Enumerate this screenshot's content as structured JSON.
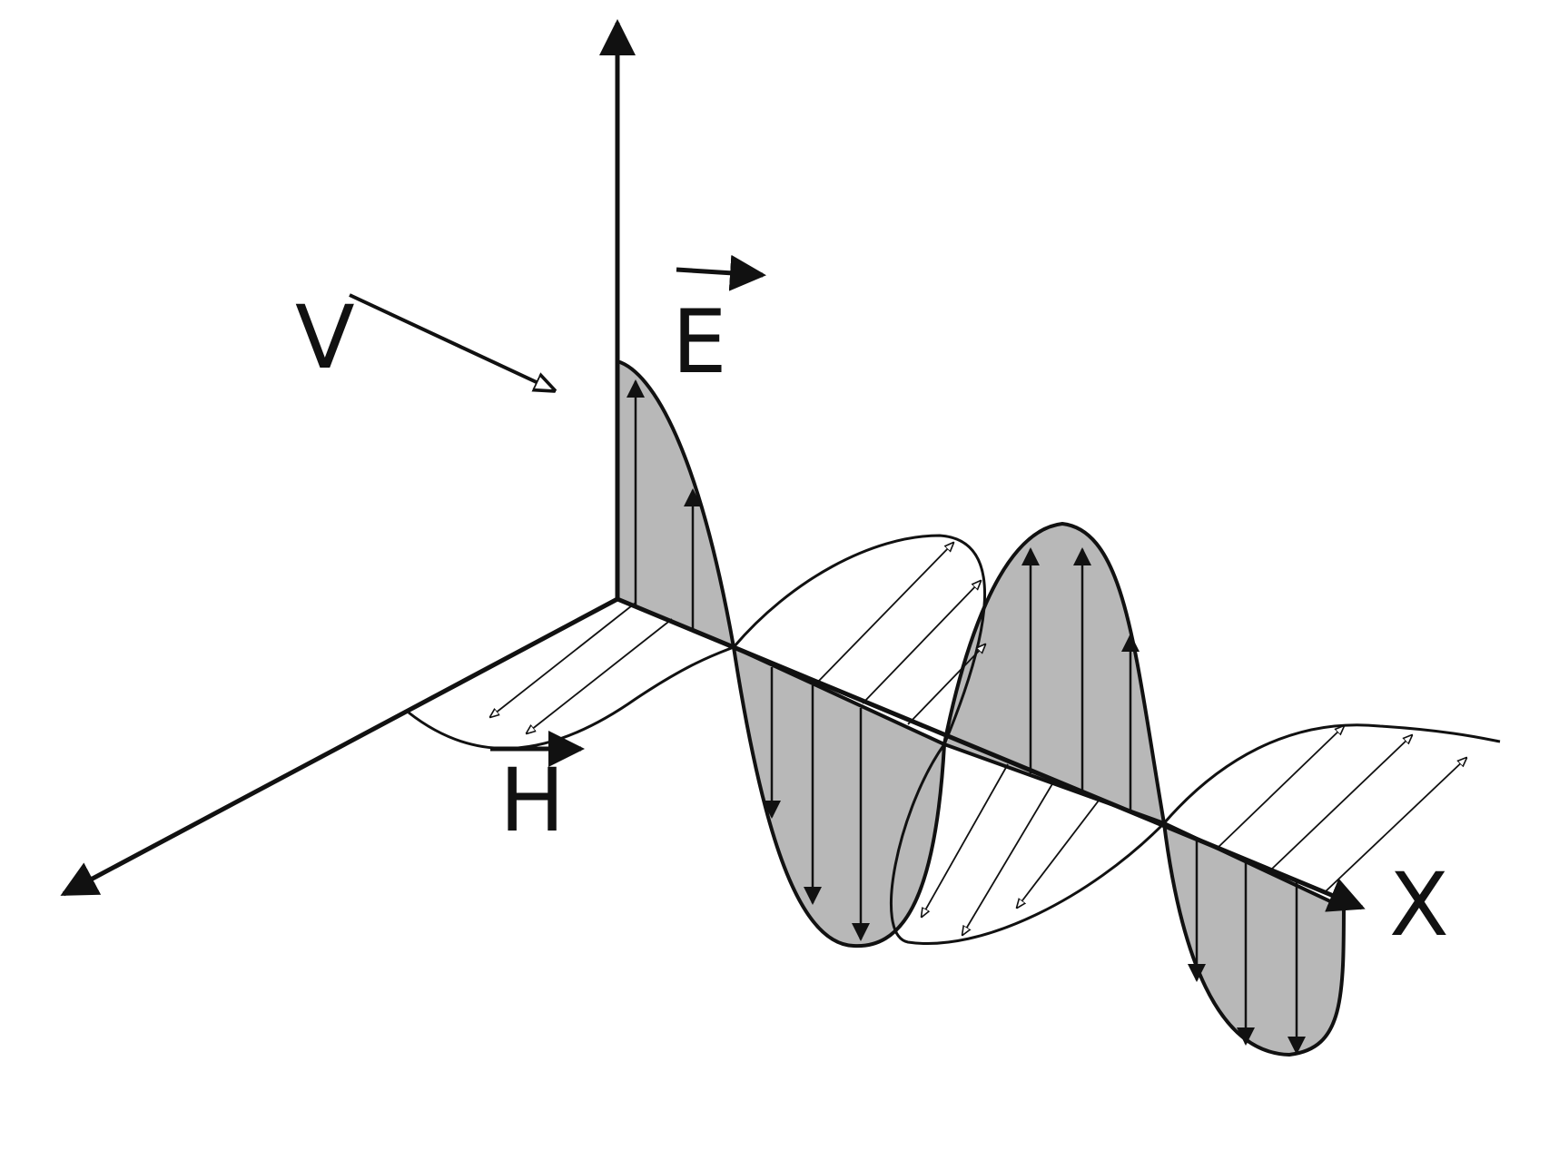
{
  "labels": {
    "velocity": "V",
    "electric": "E",
    "magnetic": "H",
    "axis": "X"
  },
  "colors": {
    "ink": "#111111",
    "fill": "#b8b8b8",
    "background": "#ffffff"
  }
}
